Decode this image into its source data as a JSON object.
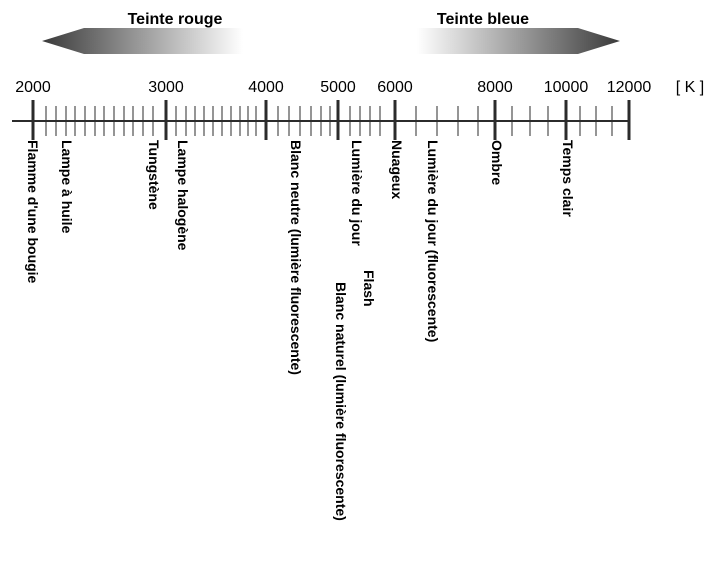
{
  "header": {
    "left_label": "Teinte rouge",
    "right_label": "Teinte bleue",
    "gradient_colors": {
      "dark": "#3a3a3a",
      "light": "#ffffff"
    }
  },
  "scale": {
    "unit": "[ K ]",
    "tick_labels": [
      "2000",
      "3000",
      "4000",
      "5000",
      "6000",
      "8000",
      "10000",
      "12000"
    ],
    "line_color": "#2b2b2b"
  },
  "sources": [
    {
      "label": "Flamme d'une bougie"
    },
    {
      "label": "Lampe à huile"
    },
    {
      "label": "Tungstène"
    },
    {
      "label": "Lampe halogène"
    },
    {
      "label": "Blanc neutre (lumière fluorescente)"
    },
    {
      "label": "Lumière du jour"
    },
    {
      "label": "Flash"
    },
    {
      "label": "Blanc naturel (lumière fluorescente)"
    },
    {
      "label": "Nuageux"
    },
    {
      "label": "Lumière du jour (fluorescente)"
    },
    {
      "label": "Ombre"
    },
    {
      "label": "Temps clair"
    }
  ]
}
